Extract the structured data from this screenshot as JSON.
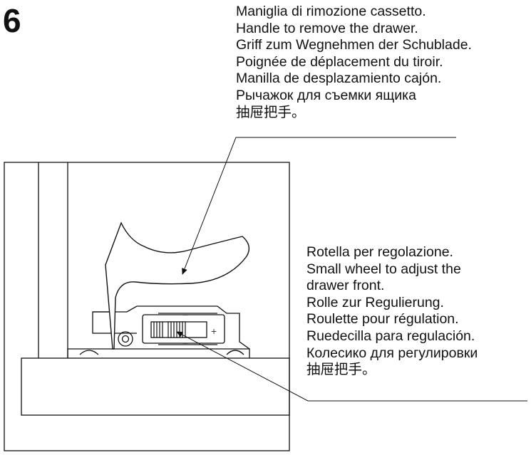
{
  "step": "6",
  "callouts": {
    "handle": [
      "Maniglia di rimozione cassetto.",
      "Handle to remove the drawer.",
      "Griff zum Wegnehmen der Schublade.",
      "Poignée de déplacement du tiroir.",
      "Manilla de desplazamiento cajón.",
      "Рычажок для съемки ящика",
      "抽屉把手。"
    ],
    "wheel": [
      "Rotella per regolazione.",
      "Small wheel to adjust the",
      "drawer front.",
      "Rolle zur Regulierung.",
      "Roulette pour régulation.",
      "Ruedecilla para regulación.",
      "Колесико для регулировки",
      "抽屉把手。"
    ]
  },
  "wheel_marks": {
    "minus": "−",
    "plus": "+"
  }
}
